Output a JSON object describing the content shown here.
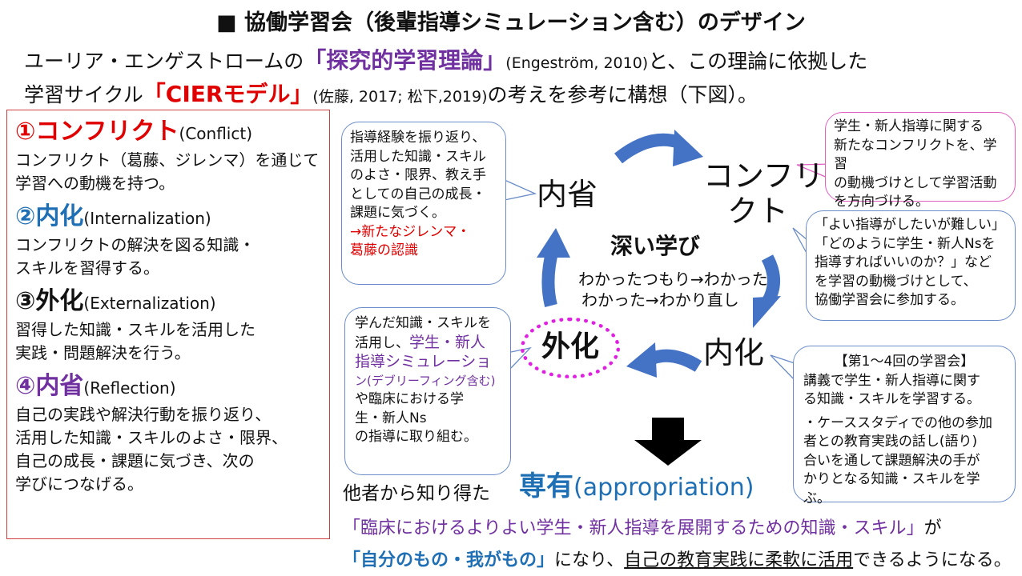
{
  "header": {
    "title": "■ 協働学習会（後輩指導シミュレーション含む）のデザイン"
  },
  "intro": {
    "line1_a": "ユーリア・エンゲストロームの",
    "line1_term": "「探究的学習理論」",
    "line1_cite": "(Engeström, 2010)",
    "line1_b": "と、この理論に依拠した",
    "line2_a": "学習サイクル",
    "line2_term": "「CIERモデル」",
    "line2_cite": "(佐藤, 2017; 松下,2019)",
    "line2_b": "の考えを参考に構想（下図）。"
  },
  "steps": [
    {
      "title": "①コンフリクト",
      "en": "(Conflict)",
      "desc": [
        "コンフリクト（葛藤、ジレンマ）を通じて",
        "学習への動機を持つ。"
      ]
    },
    {
      "title": "②内化",
      "en": "(Internalization)",
      "desc": [
        "コンフリクトの解決を図る知識・",
        "スキルを習得する。"
      ]
    },
    {
      "title": "③外化",
      "en": "(Externalization)",
      "desc": [
        "習得した知識・スキルを活用した",
        "実践・問題解決を行う。"
      ]
    },
    {
      "title": "④内省",
      "en": "(Reflection)",
      "desc": [
        "自己の実践や解決行動を振り返り、",
        "活用した知識・スキルのよさ・限界、",
        "自己の成長・課題に気づき、次の",
        "学びにつなげる。"
      ]
    }
  ],
  "cycle": {
    "naisei": "内省",
    "conflict_1": "コンフリ",
    "conflict_2": "クト",
    "naika": "内化",
    "gaika": "外化",
    "center_title": "深い学び",
    "center_line1": "わかったつもり→わかった",
    "center_line2": "わかった→わかり直し"
  },
  "callouts": {
    "naisei": {
      "lines": [
        "指導経験を振り返り、",
        "活用した知識・スキル",
        "のよさ・限界、教え手",
        "としての自己の成長・",
        "課題に気づく。"
      ],
      "red_lines": [
        "→新たなジレンマ・",
        "葛藤の認識"
      ]
    },
    "conflict_top": {
      "lines": [
        "学生・新人指導に関する",
        "新たなコンフリクトを、学習",
        "の動機づけとして学習活動",
        "を方向づける。"
      ]
    },
    "conflict_mid": {
      "lines": [
        "「よい指導がしたいが難しい」",
        "「どのように学生・新人Nsを",
        "指導すればいいのか？」など",
        "を学習の動機づけとして、",
        "協働学習会に参加する。"
      ]
    },
    "gaika": {
      "l1": "学んだ知識・スキルを",
      "l2a": "活用し、",
      "l2b": "学生・新人",
      "l3": "指導シミュレーショ",
      "l4": "ン(デブリーフィング含む)",
      "l5": "や臨床における学",
      "l6": "生・新人Ns",
      "l7": "の指導に取り組む。"
    },
    "naika": {
      "head": "【第1～4回の学習会】",
      "p1": [
        "講義で学生・新人指導に関す",
        "る知識・スキルを学習する。"
      ],
      "p2": [
        "・ケーススタディでの他の参加",
        "者との教育実践の話し(語り)",
        "合いを通して課題解決の手が",
        "かりとなる知識・スキルを学ぶ。"
      ]
    }
  },
  "appropriation": {
    "jp": "専有",
    "en": "(appropriation)"
  },
  "bottom": {
    "line1": "他者から知り得た",
    "line2_quote": "「臨床におけるよりよい学生・新人指導を展開するための知識・スキル」",
    "line2_tail": "が",
    "line3_quote": "「自分のもの・我がもの」",
    "line3_a": "になり、",
    "line3_underlined": "自己の教育実践に柔軟に活用",
    "line3_b": "できるようになる。"
  },
  "colors": {
    "red": "#e00000",
    "blue": "#1f6fb5",
    "purple": "#7030a0",
    "arrow": "#4472c4",
    "pink": "#e020e0"
  }
}
